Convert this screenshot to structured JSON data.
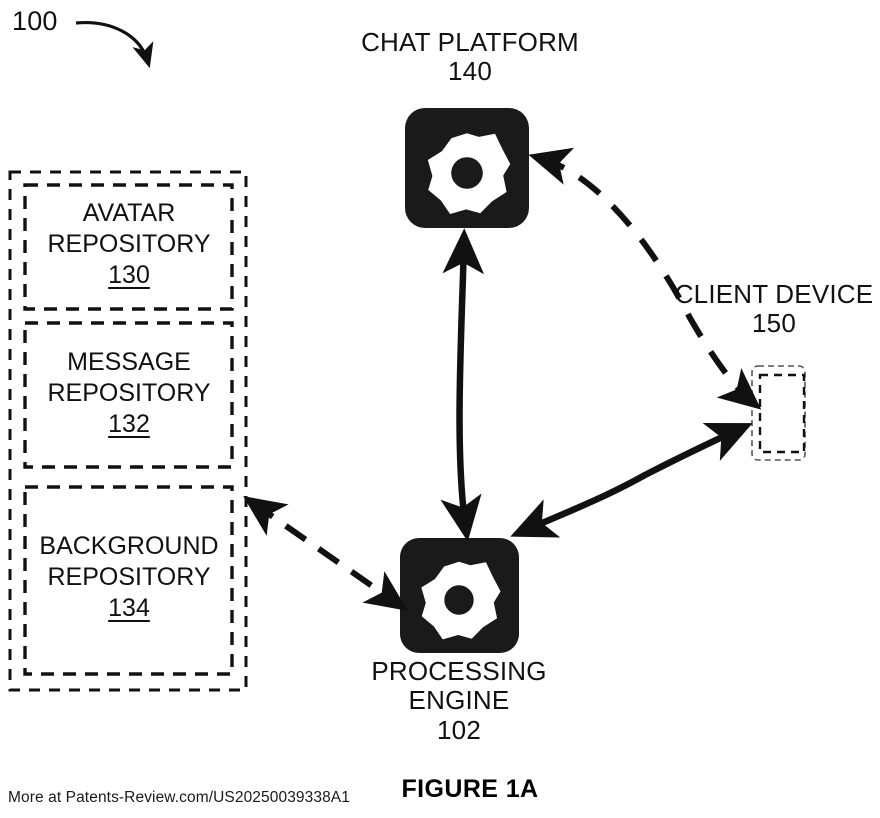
{
  "figure": {
    "system_ref": "100",
    "caption": "FIGURE 1A",
    "source_note": "More at Patents-Review.com/US20250039338A1"
  },
  "nodes": {
    "chat_platform": {
      "name": "CHAT PLATFORM",
      "ref": "140",
      "icon": "gear-icon"
    },
    "client_device": {
      "name": "CLIENT DEVICE",
      "ref": "150",
      "icon": "mobile-device-icon"
    },
    "processing_engine": {
      "name_line1": "PROCESSING",
      "name_line2": "ENGINE",
      "ref": "102",
      "icon": "gear-icon"
    }
  },
  "repositories": {
    "container_name": "repository-group",
    "items": [
      {
        "line1": "AVATAR",
        "line2": "REPOSITORY",
        "ref": "130"
      },
      {
        "line1": "MESSAGE",
        "line2": "REPOSITORY",
        "ref": "132"
      },
      {
        "line1": "BACKGROUND",
        "line2": "REPOSITORY",
        "ref": "134"
      }
    ]
  },
  "connections": [
    {
      "name": "chat-platform-to-processing-engine",
      "style": "solid",
      "heads": "both"
    },
    {
      "name": "processing-engine-to-client-device",
      "style": "solid",
      "heads": "both"
    },
    {
      "name": "chat-platform-to-client-device",
      "style": "dashed",
      "heads": "both"
    },
    {
      "name": "repositories-to-processing-engine",
      "style": "dashed",
      "heads": "both"
    },
    {
      "name": "system-ref-pointer",
      "style": "solid",
      "heads": "end"
    }
  ],
  "colors": {
    "ink": "#111111",
    "background": "#ffffff",
    "icon_fill": "#1a1a1a",
    "icon_glyph": "#ffffff"
  }
}
